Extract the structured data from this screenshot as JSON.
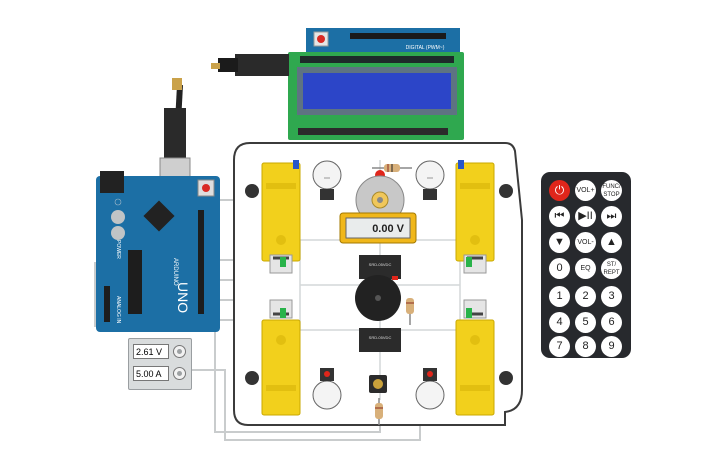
{
  "voltmeter": {
    "reading": "0.00 V"
  },
  "power_supply": {
    "voltage": "2.61 V",
    "current": "5.00 A"
  },
  "arduino": {
    "brand": "ARDUINO",
    "model": "UNO",
    "power_label": "POWER",
    "analog_label": "ANALOG IN",
    "digital_label": "DIGITAL (PWM~)"
  },
  "relays": [
    {
      "label": "SRD-05VDC"
    },
    {
      "label": "SRD-05VDC"
    }
  ],
  "remote": {
    "buttons": [
      {
        "label": "⏻",
        "icon": "power-icon"
      },
      {
        "label": "VOL+"
      },
      {
        "label": "FUNC/ STOP"
      },
      {
        "label": "⏮",
        "icon": "skip-back-icon"
      },
      {
        "label": "▶II",
        "icon": "play-pause-icon"
      },
      {
        "label": "⏭",
        "icon": "skip-forward-icon"
      },
      {
        "label": "▼",
        "icon": "down-icon"
      },
      {
        "label": "VOL-"
      },
      {
        "label": "▲",
        "icon": "up-icon"
      },
      {
        "label": "0"
      },
      {
        "label": "EQ"
      },
      {
        "label": "ST/ REPT"
      },
      {
        "label": "1"
      },
      {
        "label": "2"
      },
      {
        "label": "3"
      },
      {
        "label": "4"
      },
      {
        "label": "5"
      },
      {
        "label": "6"
      },
      {
        "label": "7"
      },
      {
        "label": "8"
      },
      {
        "label": "9"
      }
    ]
  },
  "colors": {
    "arduino_blue": "#1c6fa5",
    "lcd_green": "#2fa84f",
    "lcd_screen": "#2c45c8",
    "motor_yellow": "#f2d01c",
    "remote_body": "#27292d",
    "power_red": "#e0261b"
  }
}
